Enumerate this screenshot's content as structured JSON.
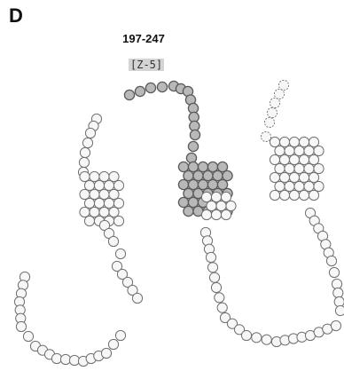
{
  "panel": {
    "letter": "D",
    "title": "197-247",
    "subtitle": "[Z-5]"
  },
  "colors": {
    "light_bead_stroke": "#707070",
    "light_bead_fill": "#f7f7f7",
    "gray_bead_stroke": "#5a5a5a",
    "gray_bead_fill": "#b9b9b9",
    "text": "#111111"
  }
}
